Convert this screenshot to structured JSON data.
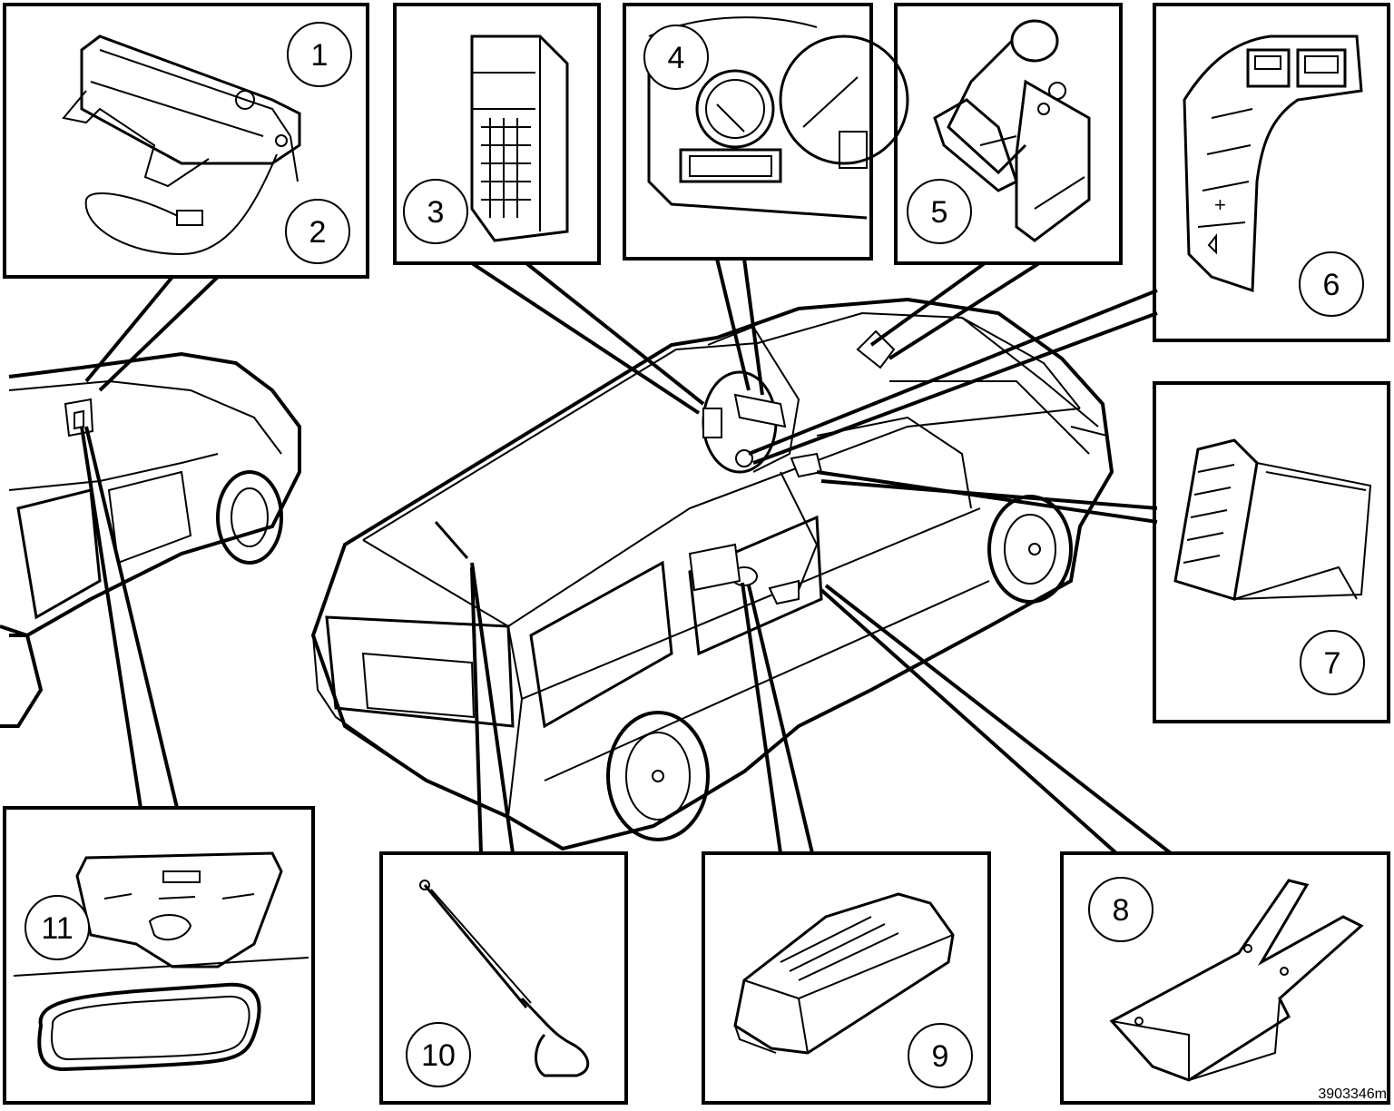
{
  "callouts": [
    "1",
    "2",
    "3",
    "4",
    "5",
    "6",
    "7",
    "8",
    "9",
    "10",
    "11"
  ],
  "reference_code": "3903346m"
}
